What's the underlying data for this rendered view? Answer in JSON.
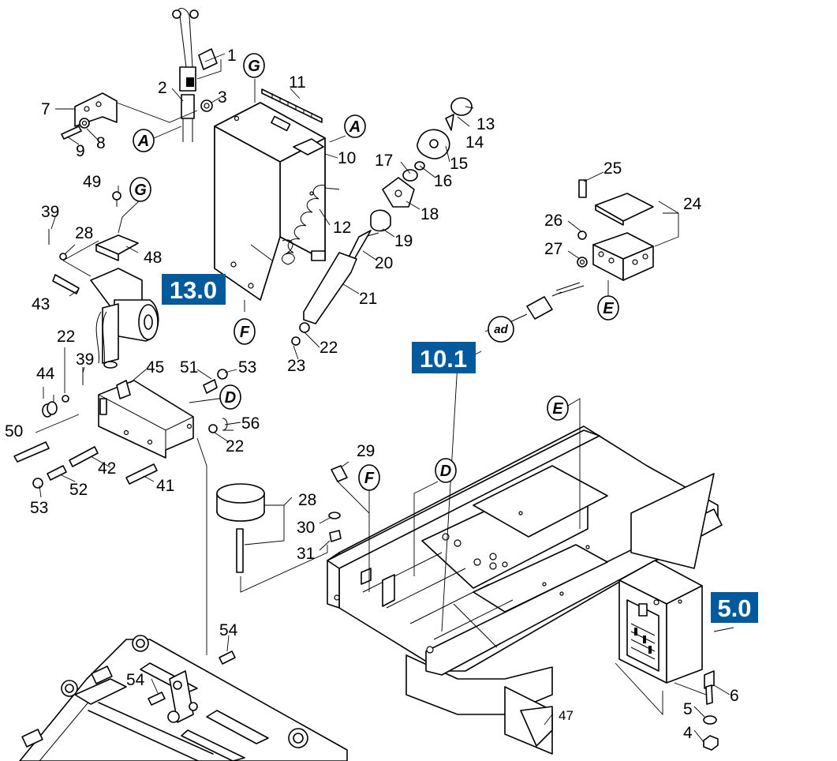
{
  "diagram": {
    "section_refs": [
      {
        "id": "sec-13",
        "label": "13.0"
      },
      {
        "id": "sec-10",
        "label": "10.1"
      },
      {
        "id": "sec-5",
        "label": "5.0"
      }
    ],
    "connector_refs": [
      "A",
      "A",
      "G",
      "G",
      "F",
      "F",
      "D",
      "D",
      "E",
      "E",
      "ad"
    ],
    "part_numbers": [
      "1",
      "2",
      "3",
      "4",
      "5",
      "6",
      "7",
      "8",
      "9",
      "10",
      "11",
      "12",
      "13",
      "14",
      "15",
      "16",
      "17",
      "18",
      "19",
      "20",
      "21",
      "22",
      "22",
      "22",
      "23",
      "24",
      "25",
      "26",
      "27",
      "28",
      "28",
      "29",
      "30",
      "31",
      "39",
      "39",
      "41",
      "42",
      "43",
      "44",
      "45",
      "47",
      "48",
      "49",
      "50",
      "51",
      "52",
      "53",
      "53",
      "54",
      "54",
      "56"
    ]
  }
}
